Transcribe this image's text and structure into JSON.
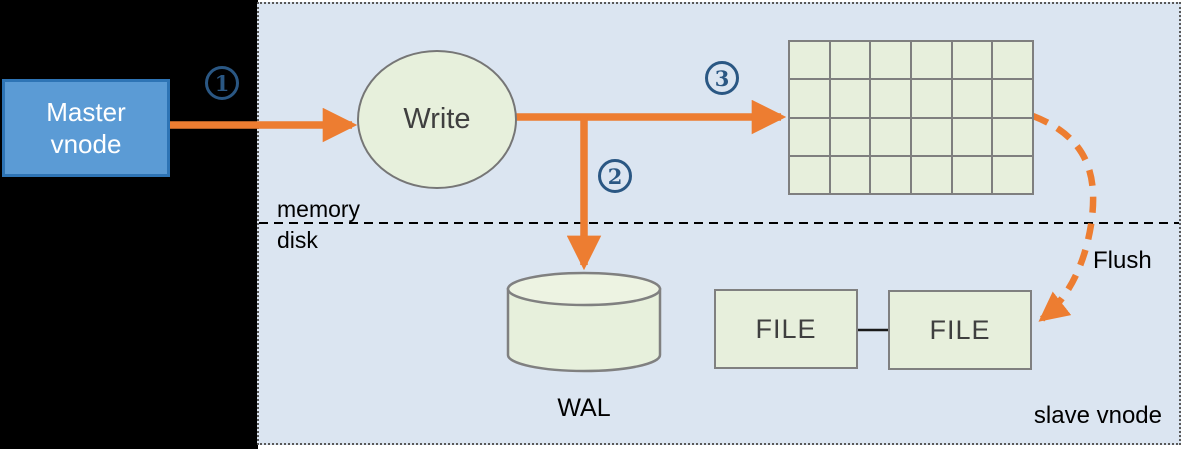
{
  "diagram": {
    "master_vnode": {
      "label": "Master\nvnode"
    },
    "write_node": {
      "label": "Write"
    },
    "badges": {
      "step1": "1",
      "step2": "2",
      "step3": "3"
    },
    "separator": {
      "above_label": "memory",
      "below_label": "disk"
    },
    "wal": {
      "label": "WAL"
    },
    "files": {
      "file1": "FILE",
      "file2": "FILE"
    },
    "flush": {
      "label": "Flush"
    },
    "container": {
      "label": "slave vnode"
    },
    "grid": {
      "rows": 4,
      "cols": 6
    },
    "colors": {
      "arrow_orange": "#ED7D31",
      "master_blue": "#5B9BD5",
      "master_border": "#2E74B5",
      "node_green": "#E7F0DC",
      "node_border": "#7F7F7F",
      "container_blue": "#DBE5F1",
      "badge_blue": "#2A5783",
      "black": "#000000"
    }
  }
}
